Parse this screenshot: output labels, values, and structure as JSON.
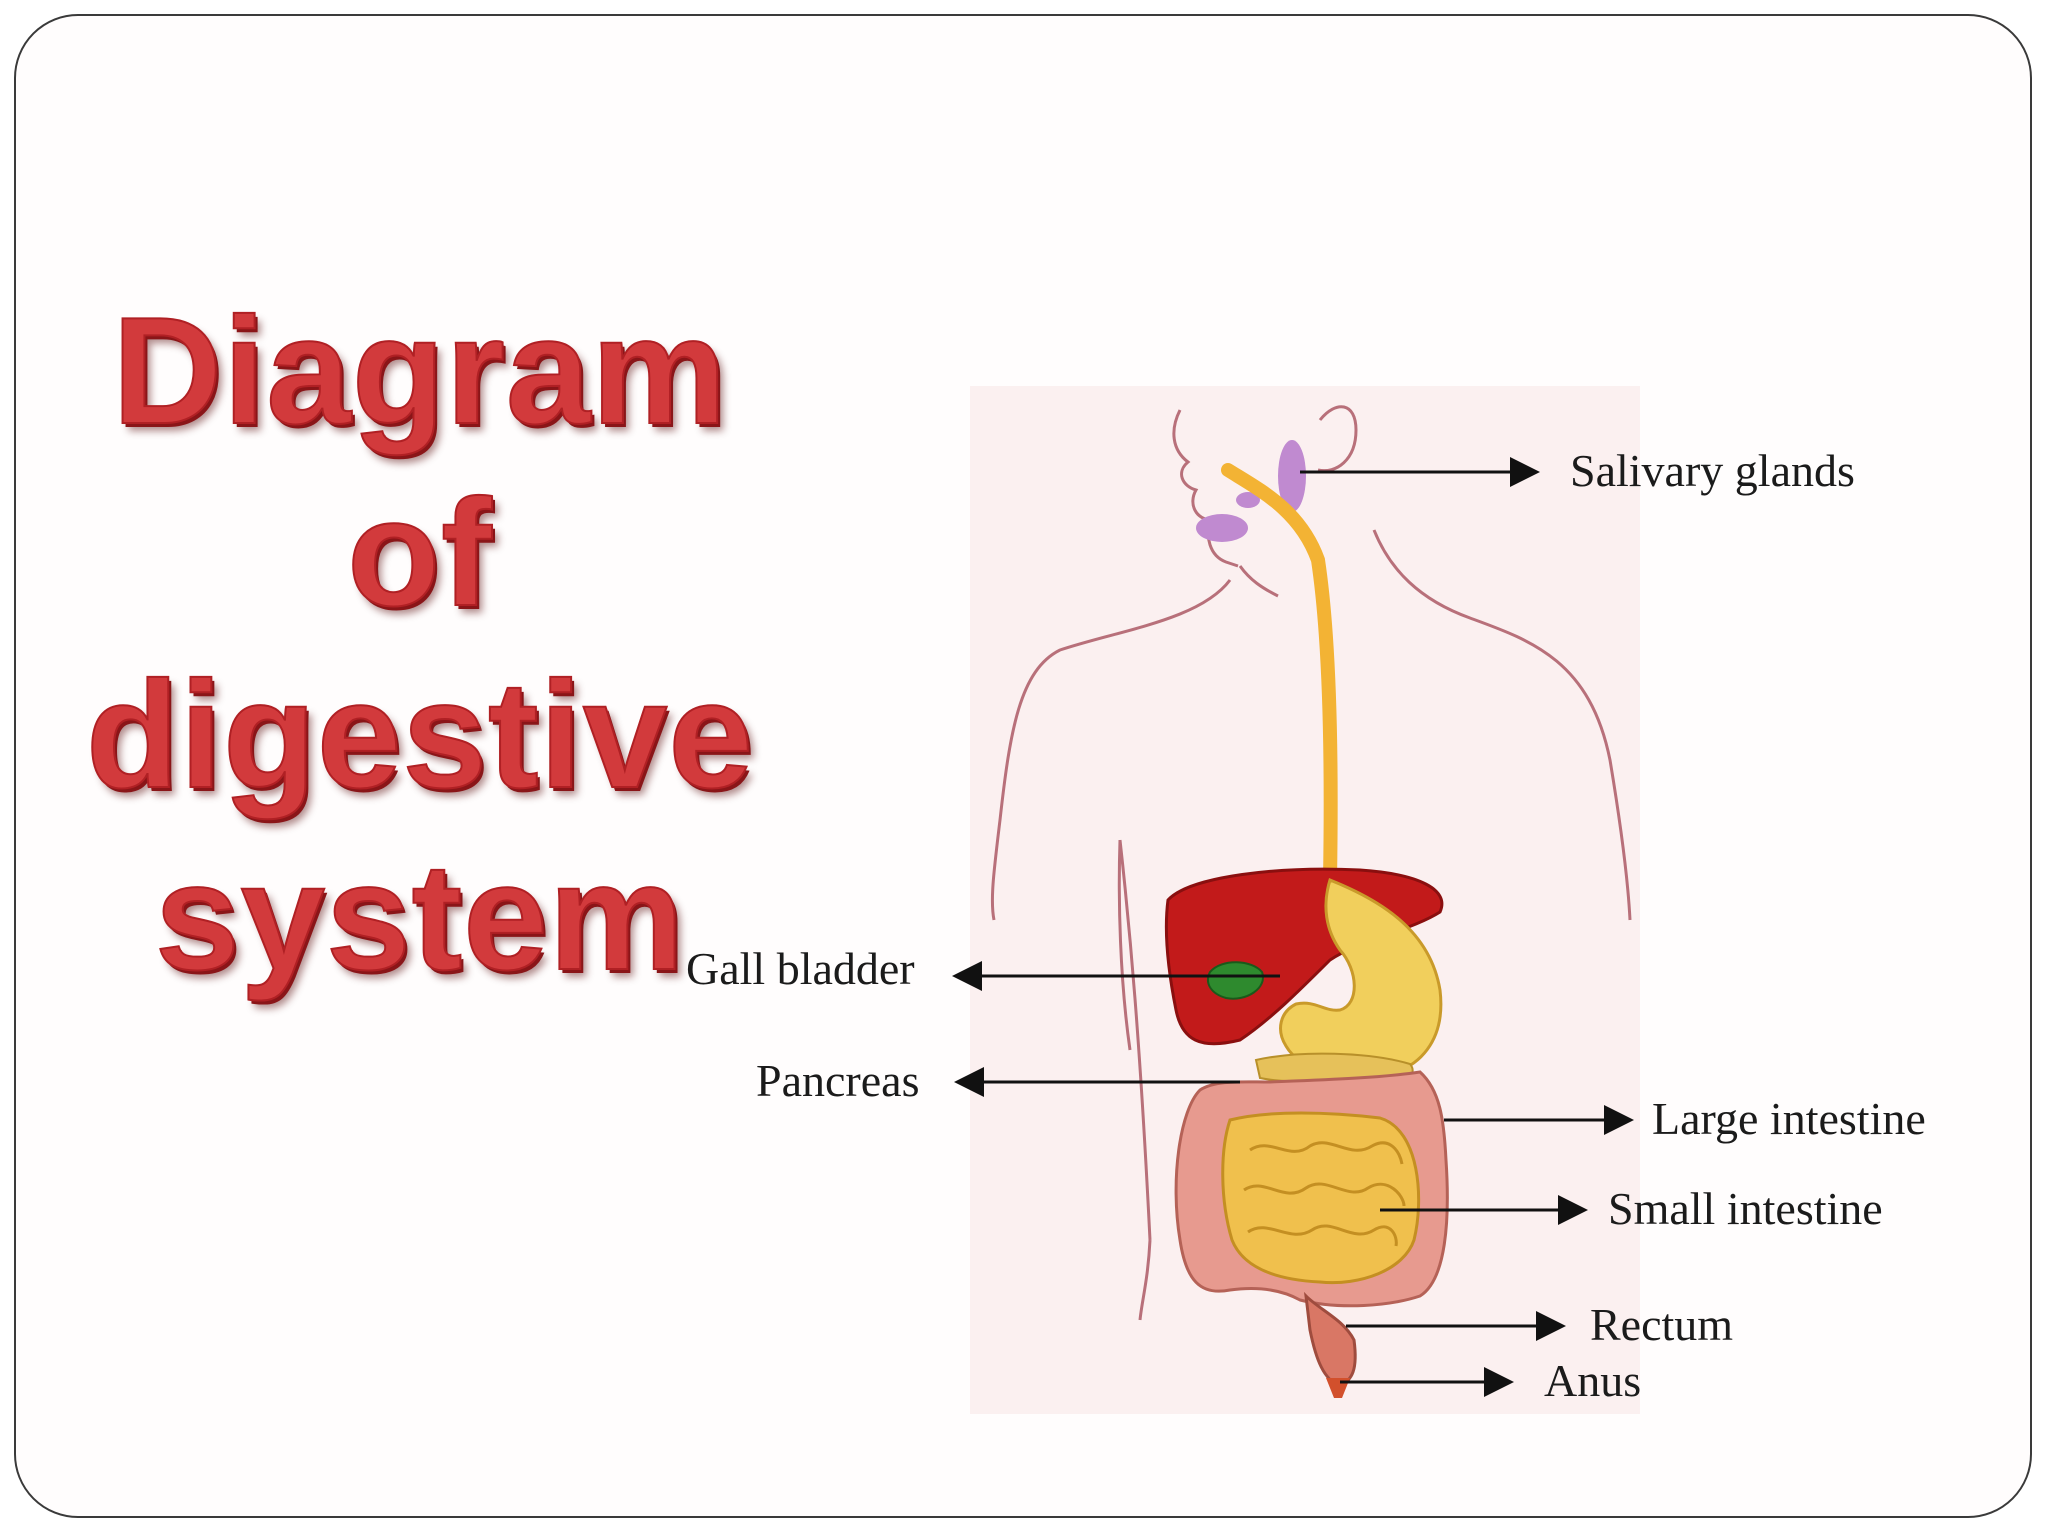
{
  "title": {
    "line1": "Diagram",
    "line2": "of",
    "line3": "digestive",
    "line4": "system"
  },
  "labels": {
    "salivary_glands": "Salivary glands",
    "gall_bladder": "Gall bladder",
    "pancreas": "Pancreas",
    "large_intestine": "Large intestine",
    "small_intestine": "Small intestine",
    "rectum": "Rectum",
    "anus": "Anus"
  },
  "colors": {
    "title": "#d23a3c",
    "liver": "#c21a1a",
    "stomach": "#f1cf5c",
    "esophagus": "#f3b334",
    "small_intestine": "#f0c04d",
    "large_intestine": "#e79a8f",
    "gall_bladder": "#2e8a2e",
    "salivary_glands": "#c08ad0",
    "body_outline": "#b8707a"
  }
}
